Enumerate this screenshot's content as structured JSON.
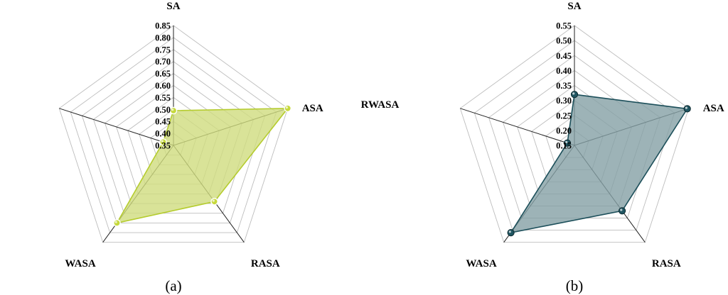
{
  "chart_data": [
    {
      "type": "radar",
      "caption": "(a)",
      "axes": [
        "SA",
        "ASA",
        "RASA",
        "WASA",
        "RWASA"
      ],
      "ticks": [
        "0.35",
        "0.40",
        "0.45",
        "0.50",
        "0.55",
        "0.60",
        "0.65",
        "0.70",
        "0.75",
        "0.80",
        "0.85"
      ],
      "rlim": [
        0.35,
        0.85
      ],
      "grid": true,
      "series": [
        {
          "values": [
            0.495,
            0.85,
            0.64,
            0.75,
            0.395
          ],
          "color": "#b5cc2e",
          "fill": "#cfdc7e",
          "marker": "#c6d93c"
        }
      ]
    },
    {
      "type": "radar",
      "caption": "(b)",
      "axes": [
        "SA",
        "ASA",
        "RASA",
        "WASA",
        "RWASA"
      ],
      "ticks": [
        "0.15",
        "0.20",
        "0.25",
        "0.30",
        "0.35",
        "0.40",
        "0.45",
        "0.50",
        "0.55"
      ],
      "rlim": [
        0.15,
        0.55
      ],
      "grid": true,
      "series": [
        {
          "values": [
            0.32,
            0.545,
            0.42,
            0.51,
            0.175
          ],
          "color": "#1c4f5a",
          "fill": "#84a0a5",
          "marker": "#1f5561"
        }
      ]
    }
  ]
}
